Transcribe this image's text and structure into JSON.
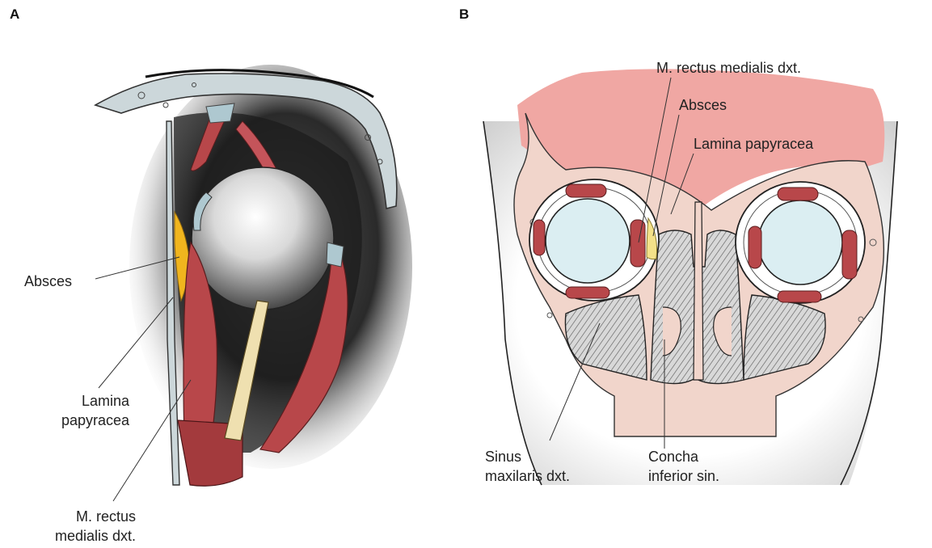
{
  "panel_a": {
    "letter": "A",
    "labels": {
      "absces": "Absces",
      "lamina_line1": "Lamina",
      "lamina_line2": "papyracea",
      "rectus_line1": "M. rectus",
      "rectus_line2": "medialis dxt."
    }
  },
  "panel_b": {
    "letter": "B",
    "labels": {
      "rectus": "M. rectus medialis dxt.",
      "absces": "Absces",
      "lamina": "Lamina papyracea",
      "sinus_line1": "Sinus",
      "sinus_line2": "maxilaris dxt.",
      "concha_line1": "Concha",
      "concha_line2": "inferior sin."
    }
  },
  "colors": {
    "muscle": "#b8474a",
    "abscess_a": "#f0b51e",
    "abscess_b": "#f3e189",
    "bone": "#ccd7da",
    "brain": "#f0a7a3",
    "tissue": "#f1d5cb",
    "globe": "#dbeef2",
    "nerve": "#efe0b0"
  }
}
